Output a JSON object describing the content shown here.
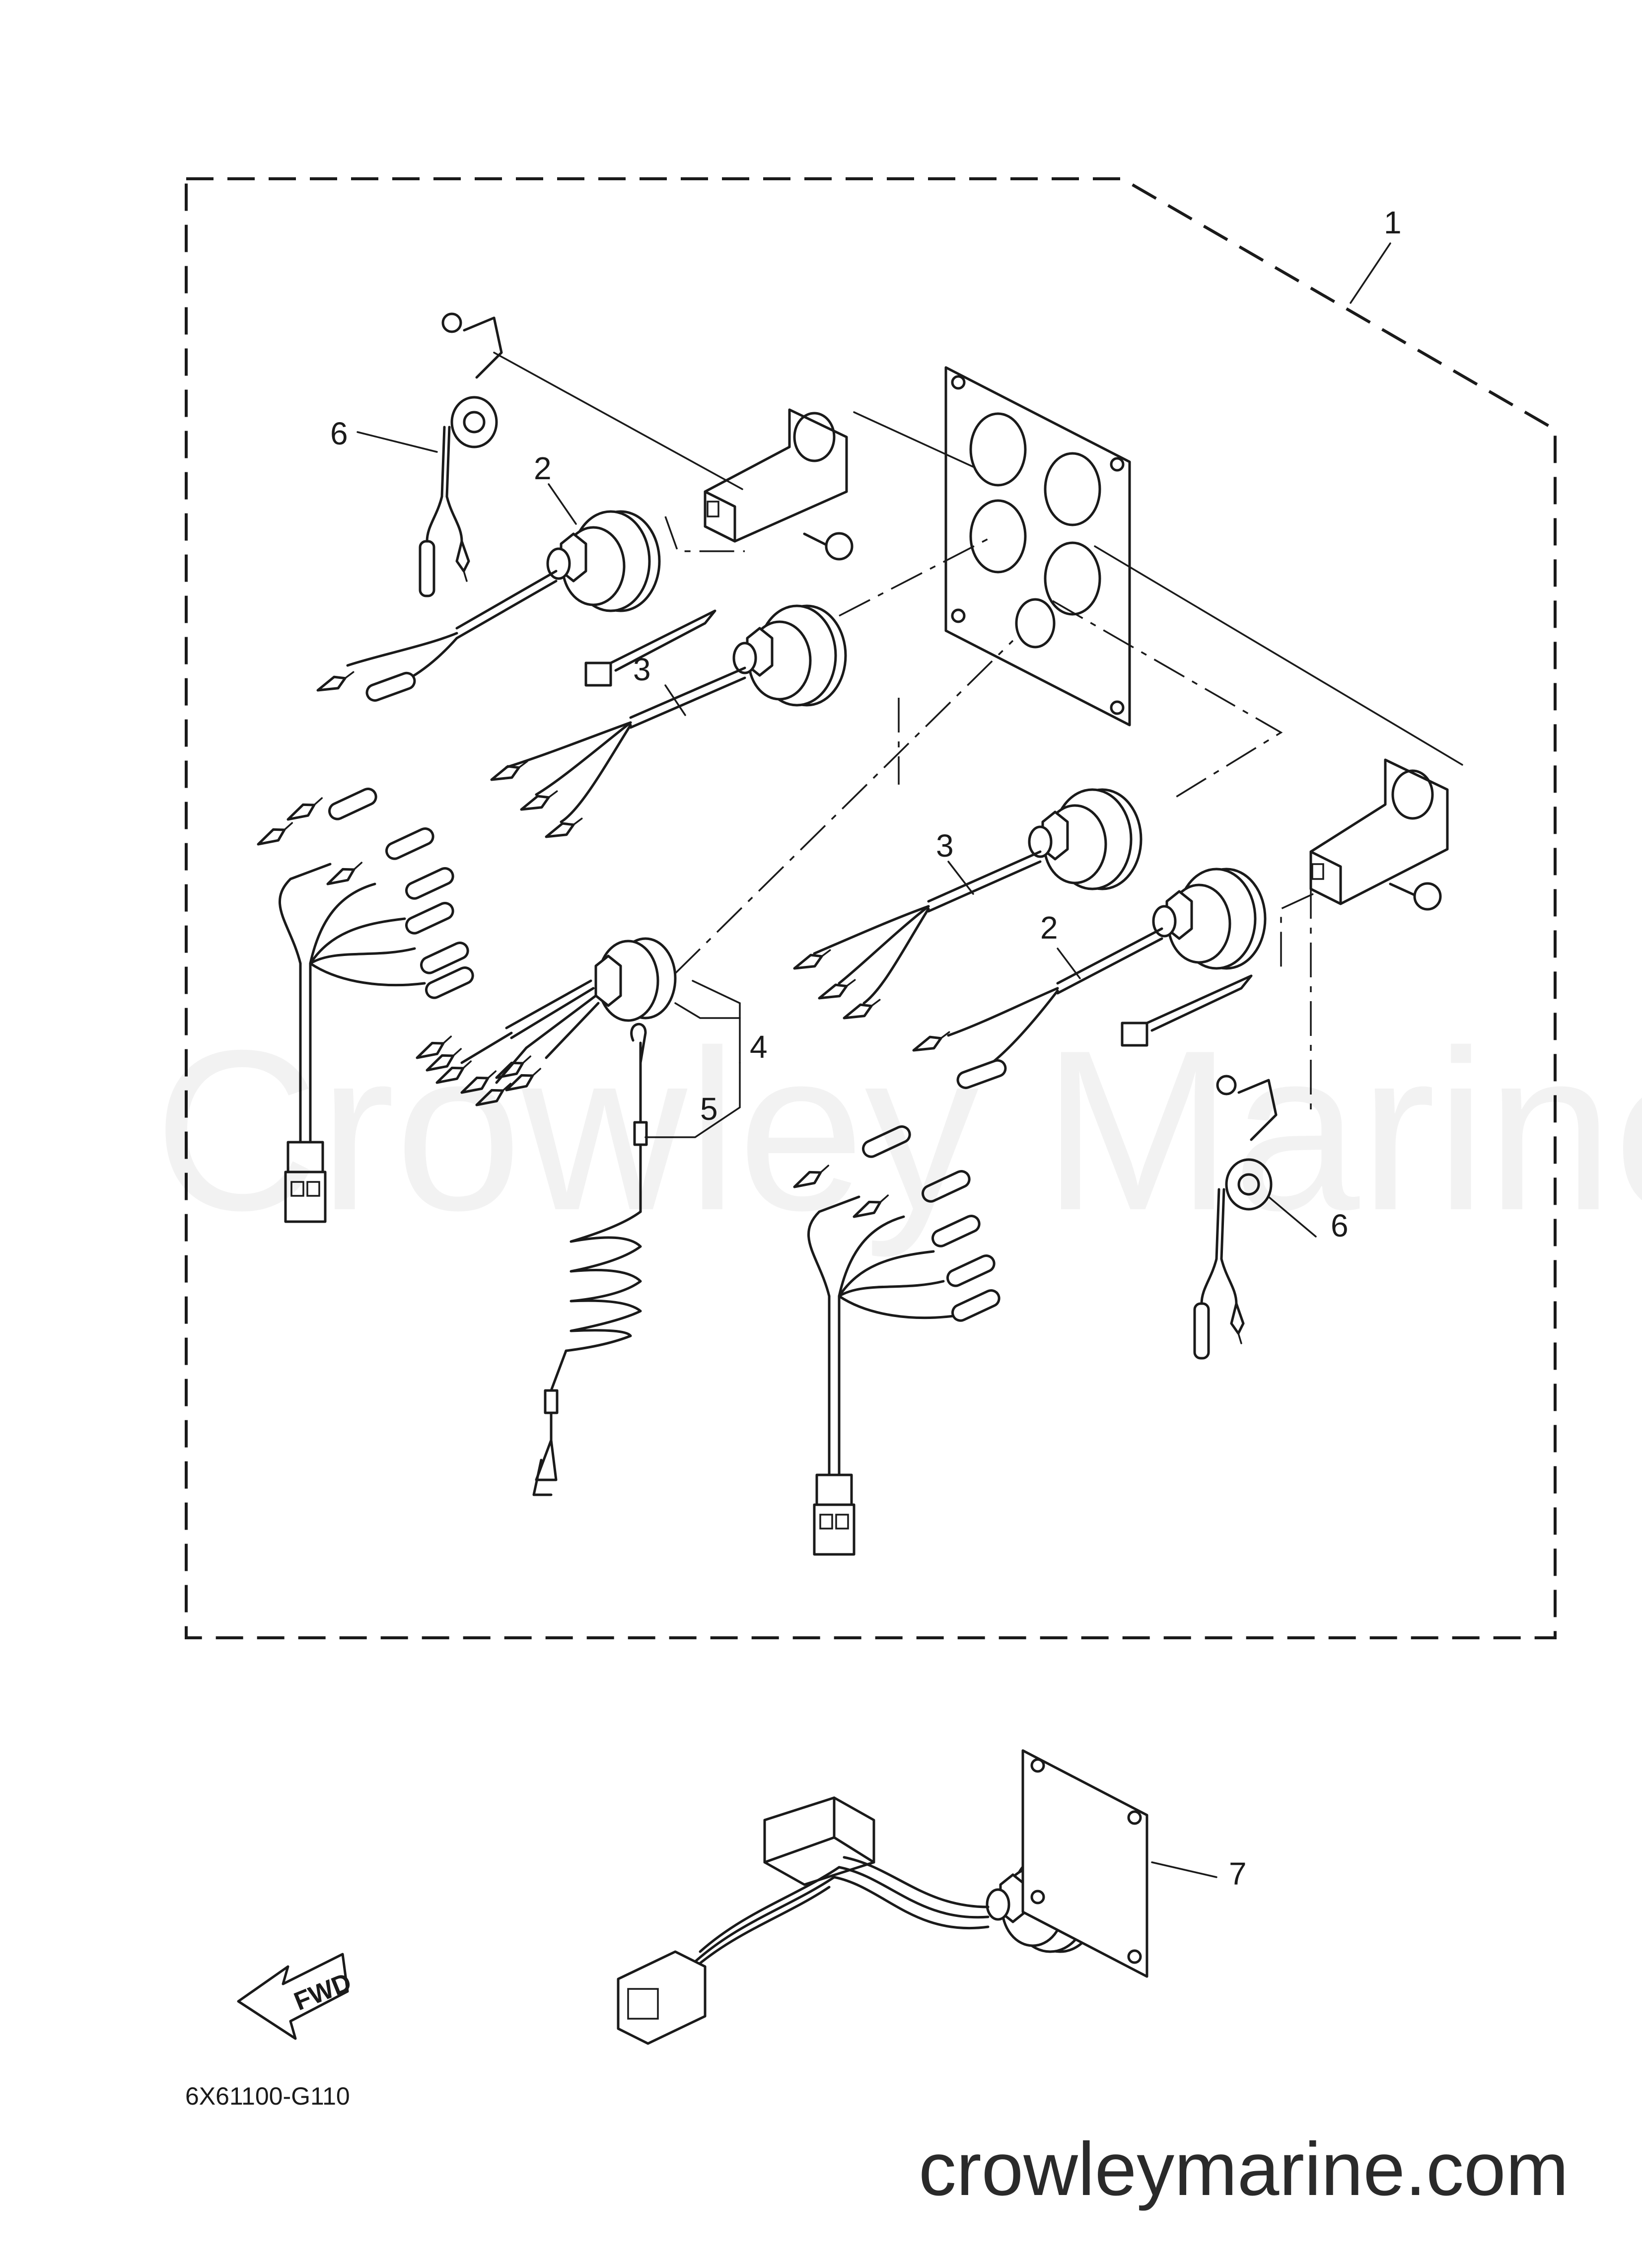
{
  "callouts": [
    "1",
    "2",
    "3",
    "2",
    "3",
    "4",
    "5",
    "6",
    "6",
    "7"
  ],
  "part_code": "6X61100-G110",
  "fwd_label": "FWD",
  "watermark": "Crowley Marine",
  "website": "crowleymarine.com",
  "colors": {
    "line": "#1a1a1a",
    "background": "#ffffff"
  }
}
